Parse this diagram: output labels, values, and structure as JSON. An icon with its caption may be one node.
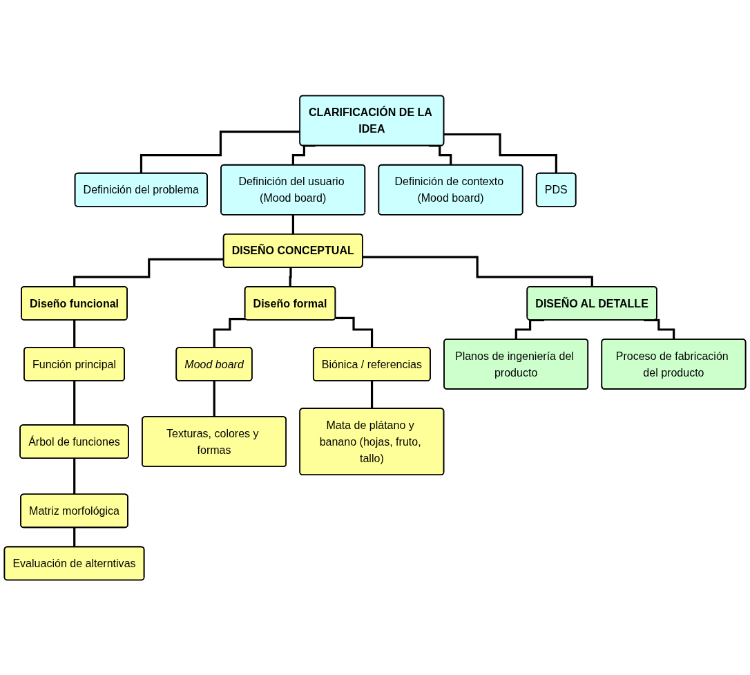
{
  "diagram": {
    "nodes": [
      {
        "text": [
          "CLARIFICACIÓN DE LA IDEA"
        ]
      },
      {
        "text": [
          "Definición del problema"
        ]
      },
      {
        "text": [
          "Definición del usuario (Mood board)"
        ]
      },
      {
        "text": [
          "Definición de contexto (Mood board)"
        ]
      },
      {
        "text": [
          "PDS"
        ]
      },
      {
        "text": [
          "DISEÑO CONCEPTUAL"
        ]
      },
      {
        "text": [
          "Diseño funcional"
        ]
      },
      {
        "text": [
          "Función principal"
        ]
      },
      {
        "text": [
          "Árbol de funciones"
        ]
      },
      {
        "text": [
          "Matriz morfológica"
        ]
      },
      {
        "text": [
          "Evaluación de alterntivas"
        ]
      },
      {
        "text": [
          "Diseño formal"
        ]
      },
      {
        "text": [
          "Mood board"
        ]
      },
      {
        "text": [
          "Biónica / referencias"
        ]
      },
      {
        "text": [
          "Texturas, colores y formas"
        ]
      },
      {
        "text": [
          "Mata de plátano y banano (hojas, fruto, tallo)"
        ]
      },
      {
        "text": [
          "DISEÑO AL DETALLE"
        ]
      },
      {
        "text": [
          "Planos de ingeniería del producto"
        ]
      },
      {
        "text": [
          "Proceso de fabricación del producto"
        ]
      }
    ],
    "edges": [
      {
        "from": 0,
        "to": 1,
        "arrow": "none"
      },
      {
        "from": 0,
        "to": 2,
        "arrow": "none"
      },
      {
        "from": 0,
        "to": 3,
        "arrow": "none"
      },
      {
        "from": 0,
        "to": 4,
        "arrow": "none"
      },
      {
        "from": 2,
        "to": 5,
        "arrow": "none"
      },
      {
        "from": 5,
        "to": 6,
        "arrow": "none"
      },
      {
        "from": 5,
        "to": 11,
        "arrow": "none"
      },
      {
        "from": 5,
        "to": 16,
        "arrow": "none"
      },
      {
        "from": 6,
        "to": 7,
        "arrow": "none"
      },
      {
        "from": 7,
        "to": 8,
        "arrow": "none"
      },
      {
        "from": 8,
        "to": 9,
        "arrow": "none"
      },
      {
        "from": 9,
        "to": 10,
        "arrow": "none"
      },
      {
        "from": 11,
        "to": 12,
        "arrow": "none"
      },
      {
        "from": 11,
        "to": 13,
        "arrow": "none"
      },
      {
        "from": 12,
        "to": 14,
        "arrow": "none"
      },
      {
        "from": 13,
        "to": 15,
        "arrow": "none"
      },
      {
        "from": 16,
        "to": 17,
        "arrow": "none"
      },
      {
        "from": 16,
        "to": 18,
        "arrow": "none"
      }
    ]
  }
}
